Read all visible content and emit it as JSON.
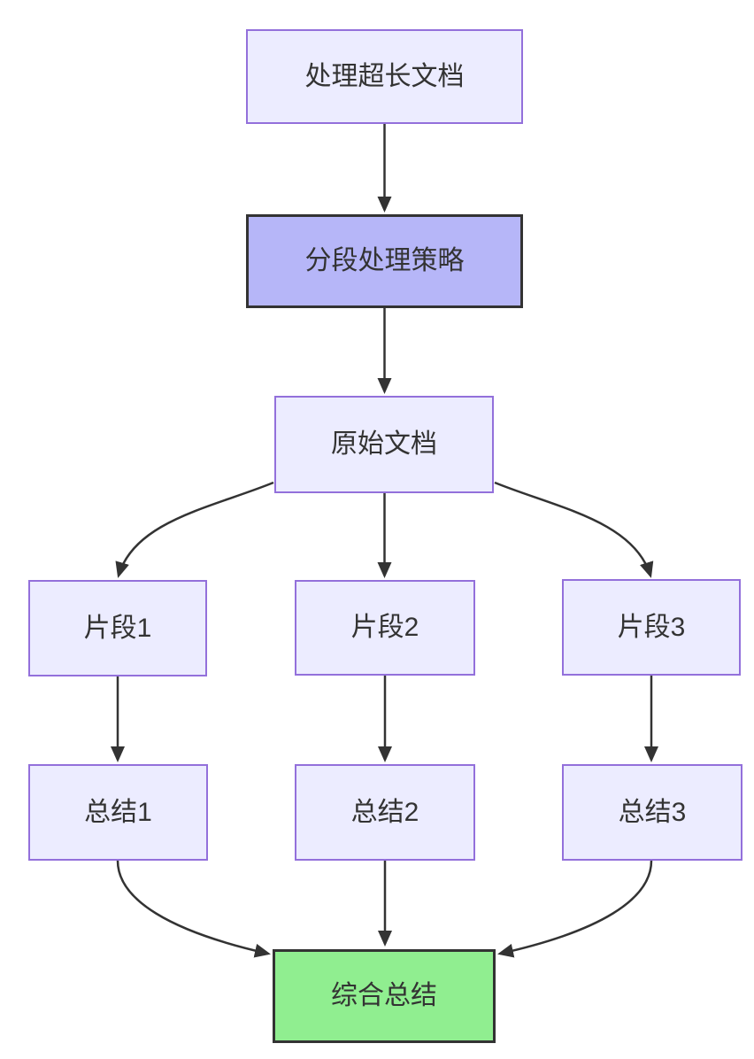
{
  "diagram": {
    "type": "flowchart",
    "direction": "top-down",
    "nodes": [
      {
        "id": "process",
        "label": "处理超长文档",
        "fill": "#ECECFF",
        "border": "#9370DB"
      },
      {
        "id": "strategy",
        "label": "分段处理策略",
        "fill": "#B6B6F8",
        "border": "#333333"
      },
      {
        "id": "doc",
        "label": "原始文档",
        "fill": "#ECECFF",
        "border": "#9370DB"
      },
      {
        "id": "frag1",
        "label": "片段1",
        "fill": "#ECECFF",
        "border": "#9370DB"
      },
      {
        "id": "frag2",
        "label": "片段2",
        "fill": "#ECECFF",
        "border": "#9370DB"
      },
      {
        "id": "frag3",
        "label": "片段3",
        "fill": "#ECECFF",
        "border": "#9370DB"
      },
      {
        "id": "sum1",
        "label": "总结1",
        "fill": "#ECECFF",
        "border": "#9370DB"
      },
      {
        "id": "sum2",
        "label": "总结2",
        "fill": "#ECECFF",
        "border": "#9370DB"
      },
      {
        "id": "sum3",
        "label": "总结3",
        "fill": "#ECECFF",
        "border": "#9370DB"
      },
      {
        "id": "final",
        "label": "综合总结",
        "fill": "#90EE90",
        "border": "#333333"
      }
    ],
    "edges": [
      {
        "from": "process",
        "to": "strategy"
      },
      {
        "from": "strategy",
        "to": "doc"
      },
      {
        "from": "doc",
        "to": "frag1"
      },
      {
        "from": "doc",
        "to": "frag2"
      },
      {
        "from": "doc",
        "to": "frag3"
      },
      {
        "from": "frag1",
        "to": "sum1"
      },
      {
        "from": "frag2",
        "to": "sum2"
      },
      {
        "from": "frag3",
        "to": "sum3"
      },
      {
        "from": "sum1",
        "to": "final"
      },
      {
        "from": "sum2",
        "to": "final"
      },
      {
        "from": "sum3",
        "to": "final"
      }
    ],
    "colors": {
      "node_fill": "#ECECFF",
      "node_border": "#9370DB",
      "strategy_fill": "#B6B6F8",
      "final_fill": "#90EE90",
      "dark_border": "#333333",
      "edge": "#333333",
      "text": "#333333",
      "background": "#FFFFFF"
    }
  }
}
